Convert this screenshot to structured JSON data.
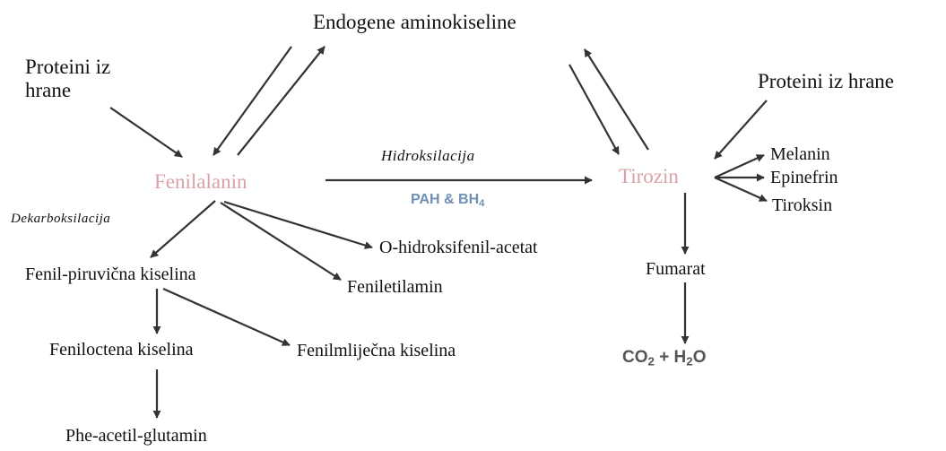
{
  "nodes": {
    "endogene": "Endogene aminokiseline",
    "proteini_left_line1": "Proteini iz",
    "proteini_left_line2": "hrane",
    "proteini_right": "Proteini iz hrane",
    "fenilalanin": "Fenilalanin",
    "tirozin": "Tirozin",
    "melanin": "Melanin",
    "epinefrin": "Epinefrin",
    "tiroksin": "Tiroksin",
    "fumarat": "Fumarat",
    "co2_h2o": {
      "co": "CO",
      "two_a": "2",
      "plus_h": " + H",
      "two_b": "2",
      "o": "O"
    },
    "fenil_piruvicna": "Fenil-piruvična kiselina",
    "o_hidroksifenil": "O-hidroksifenil-acetat",
    "feniletilamin": "Feniletilamin",
    "feniloctena": "Feniloctena kiselina",
    "fenilmlijecna": "Fenilmliječna kiselina",
    "phe_acetil": "Phe-acetil-glutamin"
  },
  "reactions": {
    "hidroksilacija": "Hidroksilacija",
    "enzyme": {
      "pah": "PAH & BH",
      "four": "4"
    },
    "dekarboksilacija": "Dekarboksilacija"
  },
  "colors": {
    "arrow": "#333333",
    "amino_acid": "#d9a1a6",
    "enzyme": "#6f8fb5"
  }
}
